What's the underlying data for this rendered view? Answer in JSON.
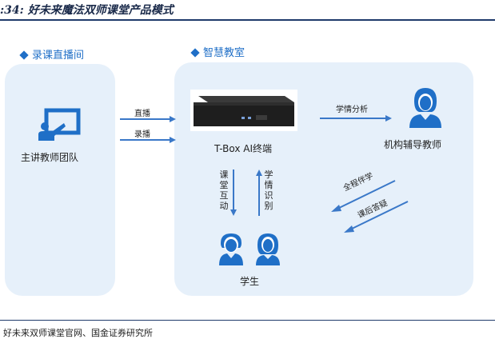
{
  "figure": {
    "title": ":34: 好未来魔法双师课堂产品模式",
    "source": "好未来双师课堂官网、国金证券研究所"
  },
  "sections": {
    "left_title": "录课直播间",
    "right_title": "智慧教室"
  },
  "nodes": {
    "teacher_team": "主讲教师团队",
    "tbox": "T-Box AI终端",
    "tutor": "机构辅导教师",
    "students": "学生"
  },
  "edges": {
    "live": "直播",
    "record": "录播",
    "analysis": "学情分析",
    "interaction": "课堂互动",
    "recognition": "学情识别",
    "accompany": "全程伴学",
    "after_class": "课后答疑"
  },
  "colors": {
    "accent": "#1f6fc7",
    "panel": "#e6f0fa",
    "arrow": "#3a78c8"
  }
}
